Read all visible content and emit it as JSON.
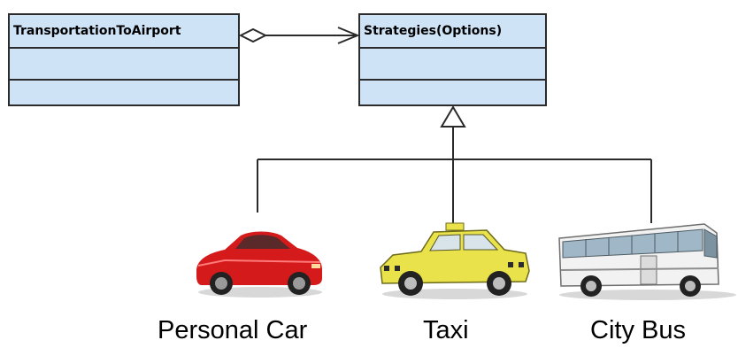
{
  "classes": {
    "context": {
      "name": "TransportationToAirport"
    },
    "strategy": {
      "name": "Strategies(Options)"
    }
  },
  "options": [
    {
      "label": "Personal Car",
      "icon": "red-sports-car-icon",
      "color": "#d41a1a"
    },
    {
      "label": "Taxi",
      "icon": "yellow-taxi-icon",
      "color": "#e9e24a"
    },
    {
      "label": "City Bus",
      "icon": "city-bus-icon",
      "color": "#f2f2f2"
    }
  ],
  "colors": {
    "class_fill": "#cfe3f7",
    "line": "#2b2b2b"
  }
}
